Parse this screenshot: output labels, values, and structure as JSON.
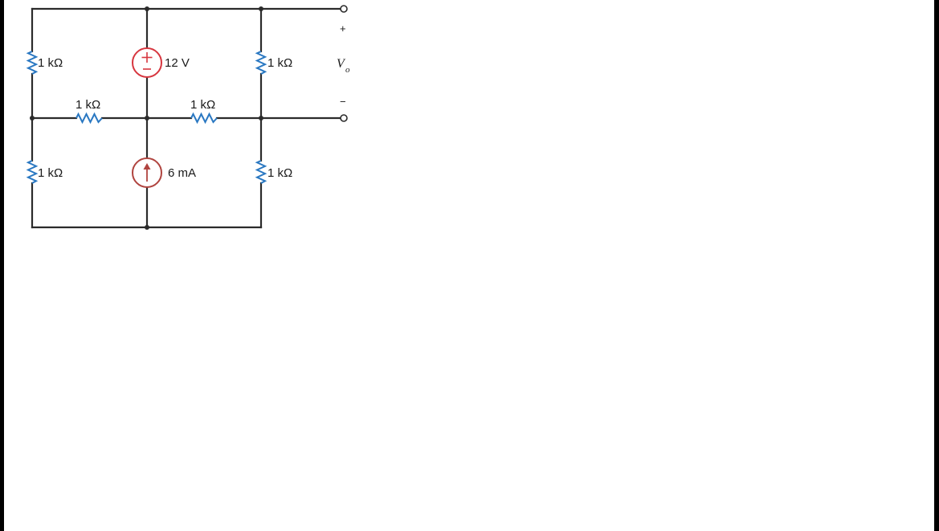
{
  "diagram": {
    "labels": {
      "r_top_left": "1 kΩ",
      "r_top_right": "1 kΩ",
      "r_mid_left": "1 kΩ",
      "r_mid_right": "1 kΩ",
      "r_bot_left": "1 kΩ",
      "r_bot_right": "1 kΩ",
      "voltage_source": "12 V",
      "current_source": "6 mA",
      "output_plus": "+",
      "output_minus": "−",
      "output_var": "V",
      "output_sub": "o"
    },
    "colors": {
      "wire": "#2b2b2b",
      "resistor": "#2a78c2",
      "voltage_source": "#d7363f",
      "current_source": "#b0443f"
    },
    "icons": [
      "resistor-icon",
      "voltage-source-icon",
      "current-source-icon"
    ]
  }
}
